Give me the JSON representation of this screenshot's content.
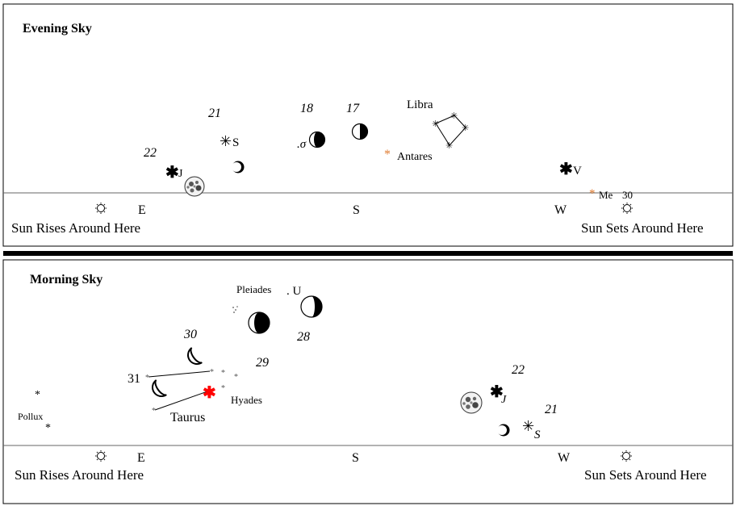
{
  "evening": {
    "title": "Evening Sky",
    "directions": {
      "east": "E",
      "south": "S",
      "west": "W"
    },
    "sunrise_text": "Sun Rises Around Here",
    "sunset_text": "Sun Sets Around Here",
    "date_labels": [
      "22",
      "21",
      "18",
      "17",
      "30"
    ],
    "objects": {
      "jupiter": "J",
      "saturn": "S",
      "sigma": ".σ",
      "libra": "Libra",
      "antares": "Antares",
      "venus": "V",
      "mercury": "Me"
    }
  },
  "morning": {
    "title": "Morning Sky",
    "directions": {
      "east": "E",
      "south": "S",
      "west": "W"
    },
    "sunrise_text": "Sun Rises Around Here",
    "sunset_text": "Sun Sets Around Here",
    "date_labels": [
      "30",
      "31",
      "29",
      "28",
      "22",
      "21"
    ],
    "objects": {
      "pleiades": "Pleiades",
      "uranus": ". U",
      "pollux": "Pollux",
      "taurus": "Taurus",
      "hyades": "Hyades",
      "jupiter": "J",
      "saturn": "S"
    }
  },
  "colors": {
    "antares": "#e07b30",
    "mercury": "#e07b30",
    "aldebaran": "#ff0000",
    "divider": "#000000"
  },
  "icons": [
    "sun-icon",
    "moon-icon",
    "planet-star-icon",
    "star-icon"
  ]
}
